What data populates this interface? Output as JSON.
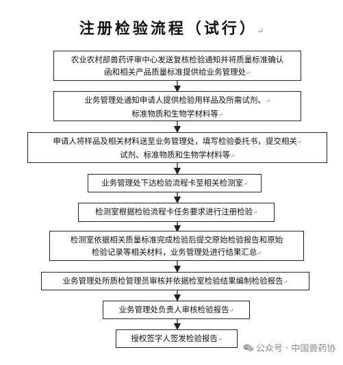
{
  "title": "注册检验流程（试行）",
  "return_mark": "↵",
  "steps": [
    {
      "line1": "农业农村部兽药评审中心发送复核检验通知并将质量标准确认",
      "line2": "函和相关产品质量标准提供给业务管理处"
    },
    {
      "line1": "业务管理处通知申请人提供检验用样品及所需试剂、",
      "line2": "标准物质和生物学材料等"
    },
    {
      "line1": "申请人将样品及相关材料送至业务管理处，填写检验委托书，提交相关",
      "line2": "试剂、标准物质和生物学材料等"
    },
    {
      "line1": "业务管理处下达检验流程卡至相关检测室",
      "line2": ""
    },
    {
      "line1": "检测室根据检验流程卡任务要求进行注册检验",
      "line2": ""
    },
    {
      "line1": "检测室依据相关质量标准完成检验后提交原始检验报告和原始",
      "line2": "检验记录等相关材料，业务管理处进行结果汇总"
    },
    {
      "line1": "业务管理处所质检管理员审核并依据检室检验结果编制检验报告",
      "line2": ""
    },
    {
      "line1": "业务管理处负责人审核检验报告",
      "line2": ""
    },
    {
      "line1": "授权签字人签发检验报告",
      "line2": ""
    }
  ],
  "watermark": "公众号 · 中国兽药协"
}
